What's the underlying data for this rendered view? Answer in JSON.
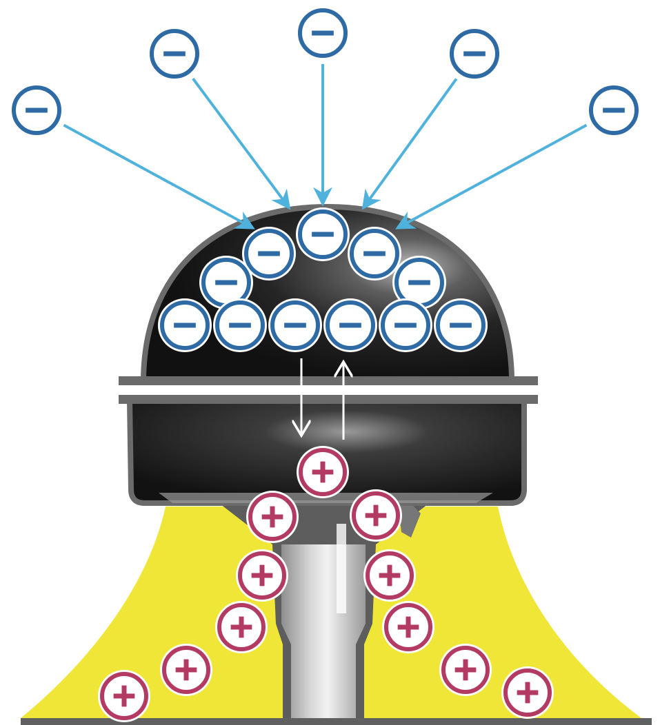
{
  "diagram": {
    "colors": {
      "background": "#ffffff",
      "negative_stroke": "#2e6aa4",
      "negative_fill": "#ffffff",
      "positive_stroke": "#b33a62",
      "positive_fill": "#ffffff",
      "arrow": "#4fb2dc",
      "dome": "#1d1d1d",
      "rim": "#6b6b6b",
      "base_yellow": "#efe638",
      "rod": "#bcbcbc",
      "ground": "#606060",
      "inner_arrows": "#ffffff"
    },
    "charges": {
      "negative_symbol": "−",
      "positive_symbol": "+",
      "incoming_negative_count": 5,
      "dome_negative_count": 11,
      "positive_count": 11
    },
    "icons": {
      "incoming": "incoming-negative-charge-icon",
      "dome": "dome-negative-charge-icon",
      "positive": "positive-charge-icon",
      "arrow": "attraction-arrow-icon"
    }
  }
}
